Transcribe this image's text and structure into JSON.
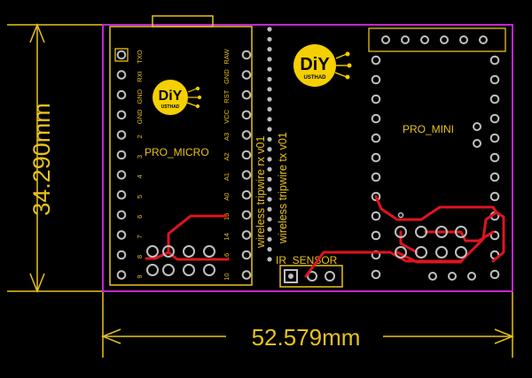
{
  "dimensions": {
    "height_label": "34.290mm",
    "width_label": "52.579mm"
  },
  "components": {
    "pro_micro": {
      "label": "PRO_MICRO",
      "left_pins": [
        "TXO",
        "RXI",
        "GND",
        "GND",
        "2",
        "3",
        "4",
        "5",
        "6",
        "7",
        "8",
        "9"
      ],
      "right_pins": [
        "RAW",
        "GND",
        "RST",
        "VCC",
        "A3",
        "A2",
        "A1",
        "A0",
        "15",
        "14",
        "16",
        "10"
      ]
    },
    "pro_mini": {
      "label": "PRO_MINI"
    },
    "ir_sensor": {
      "label": "IR_SENSOR"
    }
  },
  "silkscreen": {
    "line_rx": "wireless tripwire rx v01",
    "line_tx": "wireless tripwire tx v01"
  },
  "logo": {
    "main": "DiY",
    "sub": "USTHAD"
  },
  "colors": {
    "background": "#000000",
    "dimension_lines": "#e8c21a",
    "board_outline": "#c026d3",
    "silkscreen": "#e8c21a",
    "pads": "#bfbfbf",
    "traces": "#e0141e"
  }
}
